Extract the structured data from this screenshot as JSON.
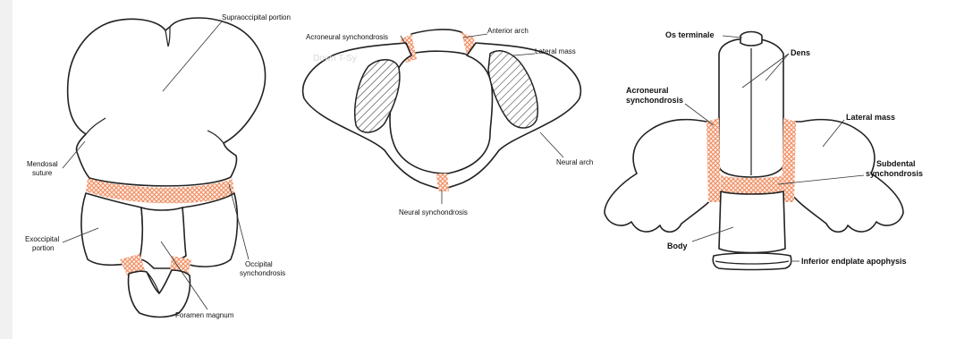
{
  "figure_a": {
    "labels": {
      "supraoccipital": "Supraoccipital portion",
      "mendosal": [
        "Mendosal",
        "suture"
      ],
      "exoccipital": [
        "Exoccipital",
        "portion"
      ],
      "occipital_sync": [
        "Occipital",
        "synchondrosis"
      ],
      "foramen": "Foramen magnum"
    }
  },
  "figure_b": {
    "watermark": "Down T-Sy",
    "labels": {
      "acroneural": "Acroneural synchondrosis",
      "anterior_arch": "Anterior arch",
      "lateral_mass": "Lateral mass",
      "neural_arch": "Neural arch",
      "neural_sync": "Neural synchondrosis"
    }
  },
  "figure_c": {
    "labels": {
      "os_terminale": "Os terminale",
      "dens": "Dens",
      "acroneural": [
        "Acroneural",
        "synchondrosis"
      ],
      "lateral_mass": "Lateral mass",
      "subdental": [
        "Subdental",
        "synchondrosis"
      ],
      "body": "Body",
      "inferior": "Inferior endplate apophysis"
    }
  },
  "colors": {
    "synchondrosis": "#f08a5d",
    "outline": "#222222",
    "background": "#ffffff"
  }
}
